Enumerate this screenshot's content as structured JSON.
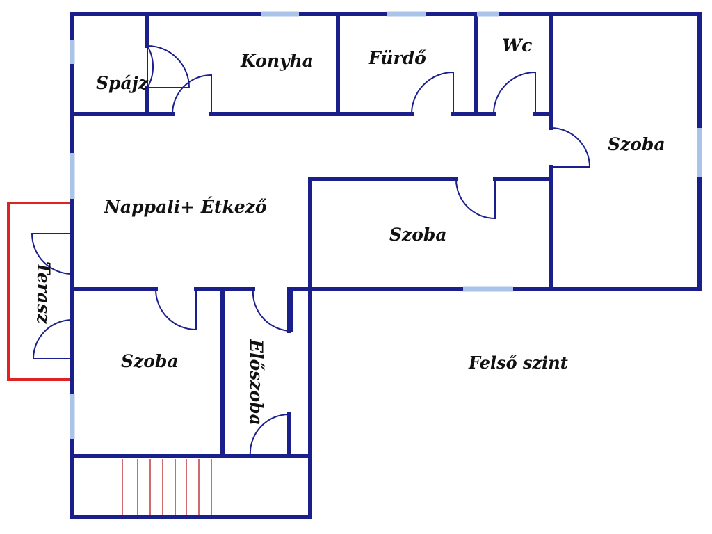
{
  "plan": {
    "colors": {
      "wall": "#1a1f8c",
      "window": "#a9c4e8",
      "terrace": "#e02222",
      "stairs": "#c0393d"
    },
    "rooms": {
      "spajz": "Spájz",
      "konyha": "Konyha",
      "furdo": "Fürdő",
      "wc": "Wc",
      "szoba_right": "Szoba",
      "nappali": "Nappali+ Étkező",
      "szoba_middle": "Szoba",
      "terasz": "Terasz",
      "szoba_left": "Szoba",
      "eloszoba": "Előszoba",
      "felso_szint": "Felső szint"
    }
  }
}
